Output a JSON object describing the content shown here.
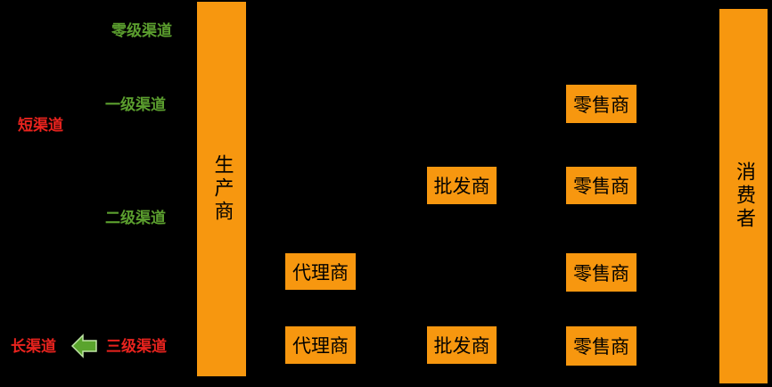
{
  "channels": {
    "zero": "零级渠道",
    "one": "一级渠道",
    "two": "二级渠道",
    "three": "三级渠道"
  },
  "lengths": {
    "short": "短渠道",
    "long": "长渠道"
  },
  "nodes": {
    "producer": "生产商",
    "consumer": "消费者",
    "agent": "代理商",
    "wholesaler": "批发商",
    "retailer": "零售商"
  },
  "colors": {
    "box": "#f7970f",
    "channel_label": "#5b9e2e",
    "length_label": "#e8231e",
    "arrow": "#5aa42d"
  },
  "icons": {
    "long_channel_arrow": "arrow-left-icon"
  }
}
